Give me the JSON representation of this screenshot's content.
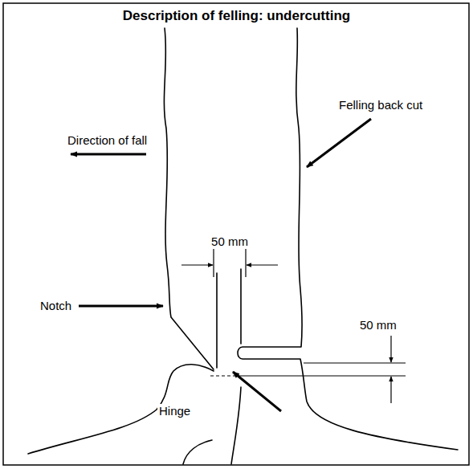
{
  "diagram": {
    "title": "Description of felling: undercutting",
    "labels": [
      "Direction of fall",
      "50 mm",
      "Felling back cut",
      "50 mm",
      "Notch",
      "Hinge"
    ]
  }
}
